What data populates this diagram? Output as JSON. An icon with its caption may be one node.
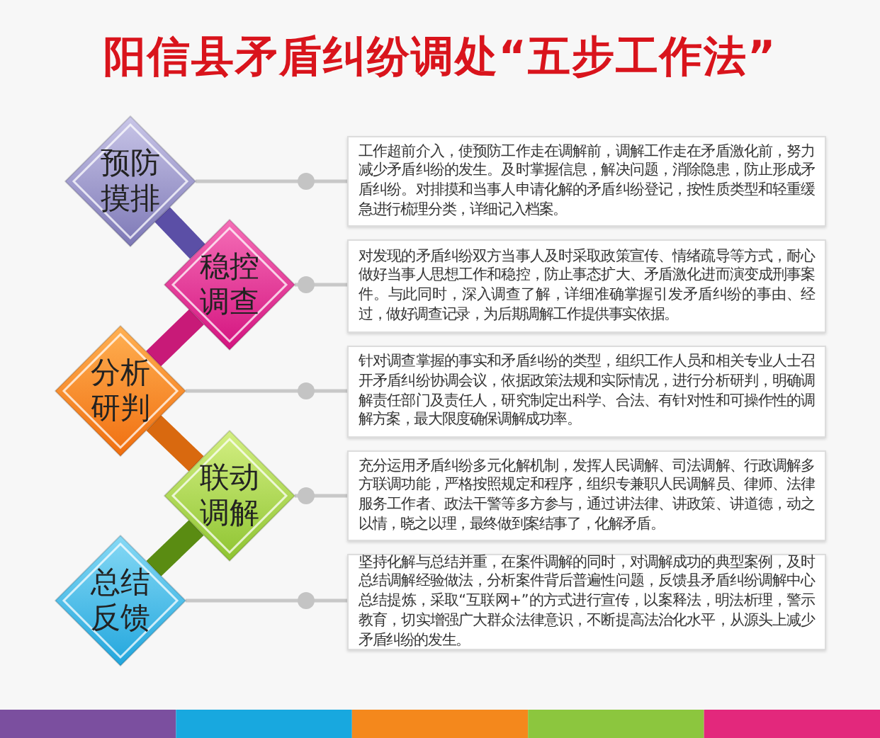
{
  "diagram": {
    "title": "阳信县矛盾纠纷调处“五步工作法”",
    "nodes": [
      {
        "text": [
          "预防摸排"
        ]
      },
      {
        "text": [
          "稳控调查"
        ]
      },
      {
        "text": [
          "分析研判"
        ]
      },
      {
        "text": [
          "联动调解"
        ]
      },
      {
        "text": [
          "总结反馈"
        ]
      },
      {
        "text": [
          "工作超前介入，使预防工作走在调解前，调解工作走在矛盾激化前，努力减少矛盾纠纷的发生。及时掌握信息，解决问题，消除隐患，防止形成矛盾纠纷。对排摸和当事人申请化解的矛盾纠纷登记，按性质类型和轻重缓急进行梳理分类，详细记入档案。"
        ]
      },
      {
        "text": [
          "对发现的矛盾纠纷双方当事人及时采取政策宣传、情绪疏导等方式，耐心做好当事人思想工作和稳控，防止事态扩大、矛盾激化进而演变成刑事案件。与此同时，深入调查了解，详细准确掌握引发矛盾纠纷的事由、经过，做好调查记录，为后期调解工作提供事实依据。"
        ]
      },
      {
        "text": [
          "针对调查掌握的事实和矛盾纠纷的类型，组织工作人员和相关专业人士召开矛盾纠纷协调会议，依据政策法规和实际情况，进行分析研判，明确调解责任部门及责任人，研究制定出科学、合法、有针对性和可操作性的调解方案，最大限度确保调解成功率。"
        ]
      },
      {
        "text": [
          "充分运用矛盾纠纷多元化解机制，发挥人民调解、司法调解、行政调解多方联调功能，严格按照规定和程序，组织专兼职人民调解员、律师、法律服务工作者、政法干警等多方参与，通过讲法律、讲政策、讲道德，动之以情，晓之以理，最终做到案结事了，化解矛盾。"
        ]
      },
      {
        "text": [
          "坚持化解与总结并重，在案件调解的同时，对调解成功的典型案例，及时总结调解经验做法，分析案件背后普遍性问题，反馈县矛盾纠纷调解中心总结提炼，采取“互联网+”的方式进行宣传，以案释法，明法析理，警示教育，切实增强广大群众法律意识，不断提高法治化水平，从源头上减少矛盾纠纷的发生。"
        ]
      }
    ],
    "edges": [
      {
        "from": 0,
        "to": 1,
        "arrow": "none",
        "style": "thick",
        "color": "#5b4fa6"
      },
      {
        "from": 1,
        "to": 2,
        "arrow": "none",
        "style": "thick",
        "color": "#c81a78"
      },
      {
        "from": 2,
        "to": 3,
        "arrow": "none",
        "style": "thick",
        "color": "#d9690f"
      },
      {
        "from": 3,
        "to": 4,
        "arrow": "none",
        "style": "thick",
        "color": "#5a8c12"
      },
      {
        "from": 0,
        "to": 5,
        "arrow": "other"
      },
      {
        "from": 1,
        "to": 6,
        "arrow": "other"
      },
      {
        "from": 2,
        "to": 7,
        "arrow": "other"
      },
      {
        "from": 3,
        "to": 8,
        "arrow": "other"
      },
      {
        "from": 4,
        "to": 9,
        "arrow": "other"
      }
    ]
  }
}
